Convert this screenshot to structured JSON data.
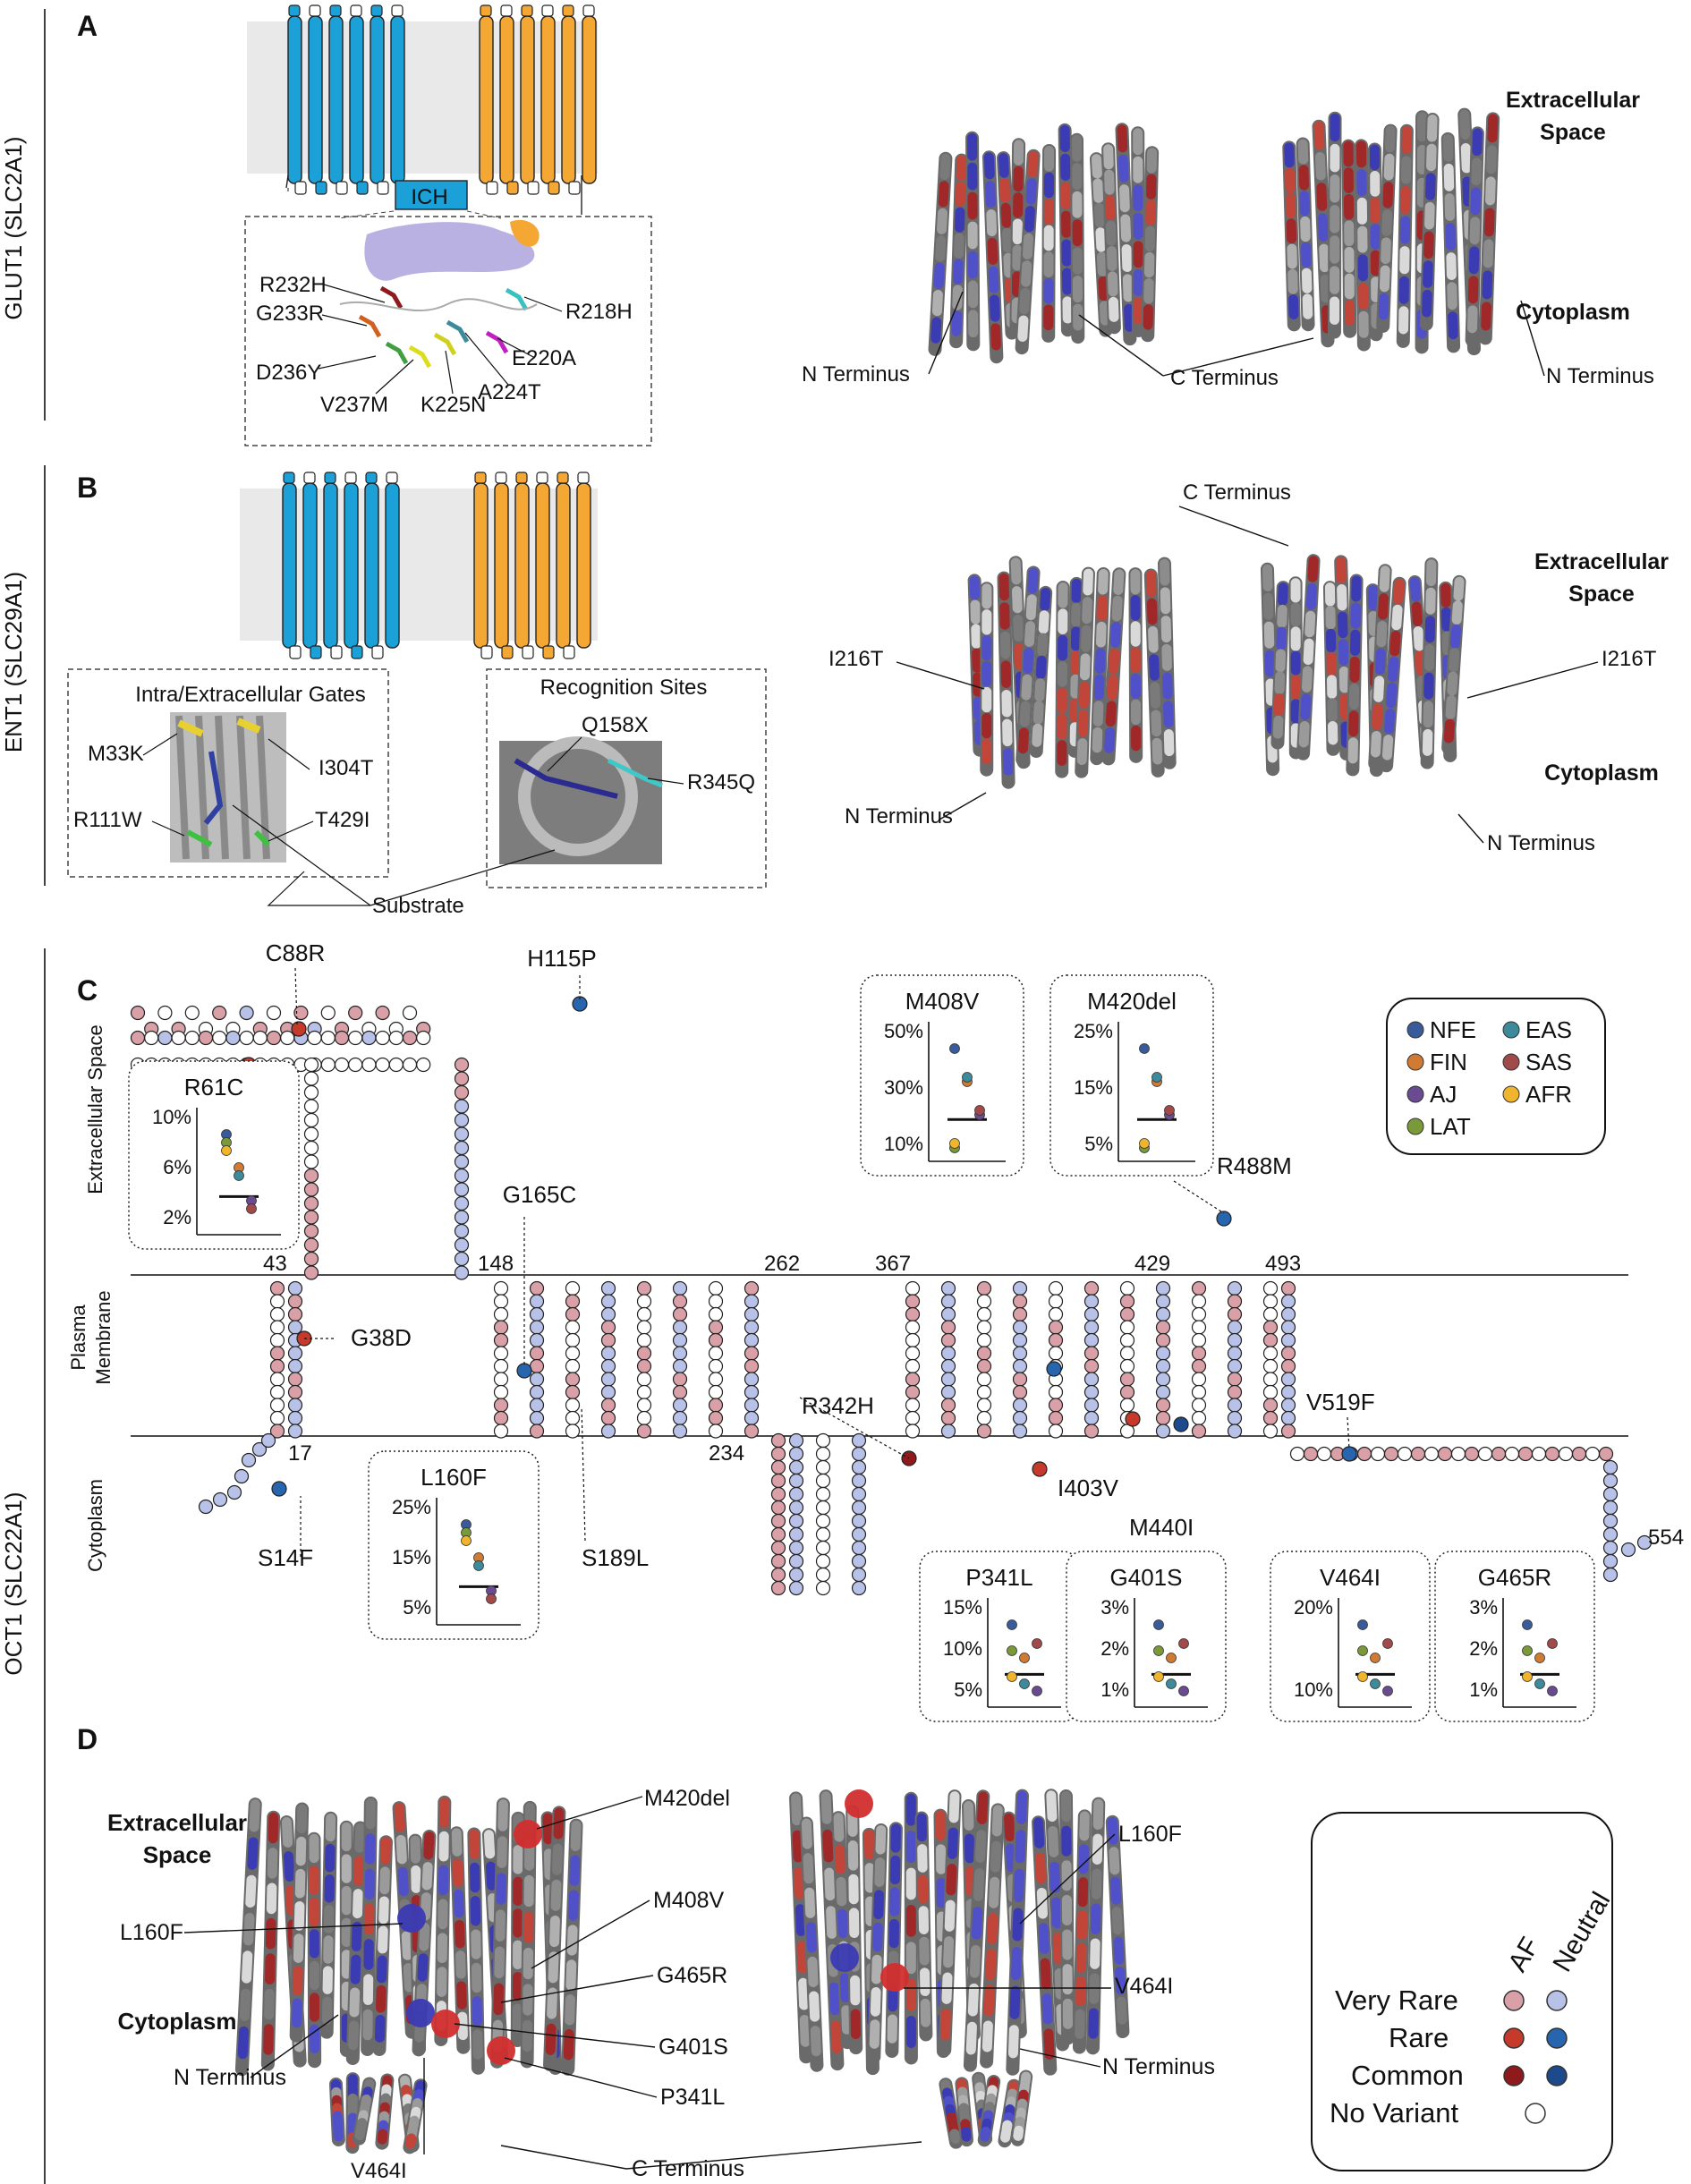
{
  "panels": {
    "a": {
      "letter": "A",
      "gene_label": "GLUT1 (SLC2A1)",
      "ich_label": "ICH",
      "mutations": [
        "R232H",
        "G233R",
        "D236Y",
        "V237M",
        "K225N",
        "A224T",
        "E220A",
        "R218H"
      ],
      "structure_labels": {
        "extracellular": "Extracellular Space",
        "cytoplasm": "Cytoplasm",
        "n_terminus": "N Terminus",
        "c_terminus": "C Terminus"
      }
    },
    "b": {
      "letter": "B",
      "gene_label": "ENT1 (SLC29A1)",
      "gates_title": "Intra/Extracellular Gates",
      "sites_title": "Recognition Sites",
      "mutations": {
        "m33k": "M33K",
        "i304t": "I304T",
        "r111w": "R111W",
        "t429i": "T429I",
        "q158x": "Q158X",
        "r345q": "R345Q",
        "i216t": "I216T"
      },
      "substrate": "Substrate",
      "structure_labels": {
        "extracellular": "Extracellular Space",
        "cytoplasm": "Cytoplasm",
        "n_terminus": "N Terminus",
        "c_terminus": "C Terminus"
      }
    },
    "c": {
      "letter": "C",
      "gene_label": "OCT1 (SLC22A1)",
      "regions": {
        "extra": "Extracellular Space",
        "membrane": "Plasma Membrane",
        "cyto": "Cytoplasm"
      },
      "residue_numbers": [
        "43",
        "148",
        "262",
        "367",
        "429",
        "493",
        "17",
        "234",
        "554"
      ],
      "labels": [
        "C88R",
        "H115P",
        "G165C",
        "G38D",
        "R342H",
        "R488M",
        "V519F",
        "S14F",
        "S189L",
        "I403V",
        "M440I"
      ],
      "legend": [
        "NFE",
        "EAS",
        "FIN",
        "SAS",
        "AJ",
        "AFR",
        "LAT"
      ],
      "insets": [
        {
          "title": "R61C",
          "ticks": [
            "10%",
            "6%",
            "2%"
          ]
        },
        {
          "title": "M408V",
          "ticks": [
            "50%",
            "30%",
            "10%"
          ]
        },
        {
          "title": "M420del",
          "ticks": [
            "25%",
            "15%",
            "5%"
          ]
        },
        {
          "title": "L160F",
          "ticks": [
            "25%",
            "15%",
            "5%"
          ]
        },
        {
          "title": "P341L",
          "ticks": [
            "15%",
            "10%",
            "5%"
          ]
        },
        {
          "title": "G401S",
          "ticks": [
            "3%",
            "2%",
            "1%"
          ]
        },
        {
          "title": "V464I",
          "ticks": [
            "20%",
            "10%"
          ]
        },
        {
          "title": "G465R",
          "ticks": [
            "3%",
            "2%",
            "1%"
          ]
        }
      ]
    },
    "d": {
      "letter": "D",
      "left_labels": {
        "extracellular": "Extracellular Space",
        "cytoplasm": "Cytoplasm",
        "m420del": "M420del",
        "l160f": "L160F",
        "m408v": "M408V",
        "g465r": "G465R",
        "g401s": "G401S",
        "p341l": "P341L",
        "n_terminus": "N Terminus",
        "v464i": "V464I",
        "c_terminus": "C Terminus"
      },
      "right_labels": {
        "l160f": "L160F",
        "v464i": "V464I",
        "n_terminus": "N Terminus"
      },
      "legend": {
        "af": "AF",
        "neutral": "Neutral",
        "very_rare": "Very Rare",
        "rare": "Rare",
        "common": "Common",
        "no_variant": "No Variant"
      }
    }
  },
  "colors": {
    "blue_helix": "#1ba0d8",
    "orange_helix": "#f5a733",
    "very_rare_af": "#d9a1a7",
    "very_rare_neutral": "#b8c2e8",
    "rare_af": "#c53a2a",
    "rare_neutral": "#2765ae",
    "common_af": "#8e1a1e",
    "common_neutral": "#1c4a8c",
    "nfe": "#3a5b99",
    "eas": "#3d8a9a",
    "fin": "#d07b33",
    "sas": "#a04a4a",
    "aj": "#6a4a90",
    "afr": "#f0b52c",
    "lat": "#7a9a3a"
  }
}
